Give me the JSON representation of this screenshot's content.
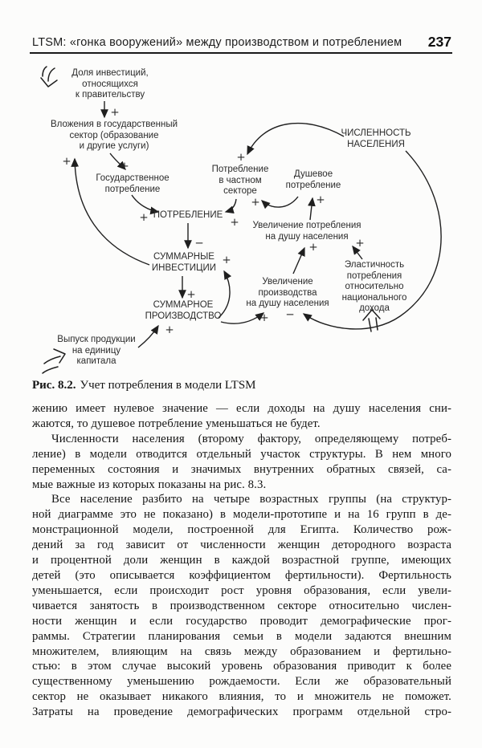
{
  "header": {
    "title": "LTSM: «гонка вооружений» между производством и потреблением",
    "page_number": "237"
  },
  "figure": {
    "caption_label": "Рис. 8.2.",
    "caption_text": "Учет потребления в модели LTSM",
    "nodes": {
      "investment_share_government": "Доля инвестиций,\nотносящихся\nк правительству",
      "government_investments": "Вложения в государственный\nсектор (образование\nи другие услуги)",
      "government_consumption": "Государственное\nпотребление",
      "population": "ЧИСЛЕННОСТЬ\nНАСЕЛЕНИЯ",
      "private_sector_consumption": "Потребление\nв частном\nсекторе",
      "per_capita_consumption": "Душевое\nпотребление",
      "consumption": "ПОТРЕБЛЕНИЕ",
      "total_investments": "СУММАРНЫЕ\nИНВЕСТИЦИИ",
      "total_production": "СУММАРНОЕ\nПРОИЗВОДСТВО",
      "output_per_unit_of_capital": "Выпуск продукции\nна единицу\nкапитала",
      "consumption_increase_per_capita": "Увеличение потребления\nна душу населения",
      "production_increase_per_capita": "Увеличение\nпроизводства\nна душу населения",
      "consumption_elasticity": "Эластичность\nпотребления\nотносительно\nнационального\nдохода"
    },
    "edges": [
      {
        "from": "investment_share_government",
        "to": "government_investments",
        "sign": "+"
      },
      {
        "from": "government_investments",
        "to": "government_consumption",
        "sign": "+"
      },
      {
        "from": "total_investments",
        "to": "government_investments",
        "sign": "+"
      },
      {
        "from": "government_consumption",
        "to": "consumption",
        "sign": "+"
      },
      {
        "from": "private_sector_consumption",
        "to": "consumption",
        "sign": "+"
      },
      {
        "from": "population",
        "to": "private_sector_consumption",
        "sign": "+"
      },
      {
        "from": "per_capita_consumption",
        "to": "private_sector_consumption",
        "sign": "+"
      },
      {
        "from": "consumption",
        "to": "total_investments",
        "sign": "−"
      },
      {
        "from": "total_investments",
        "to": "total_production",
        "sign": "+"
      },
      {
        "from": "total_production",
        "to": "total_investments",
        "sign": "+"
      },
      {
        "from": "total_production",
        "to": "production_increase_per_capita",
        "sign": "+"
      },
      {
        "from": "output_per_unit_of_capital",
        "to": "total_production",
        "sign": "+"
      },
      {
        "from": "production_increase_per_capita",
        "to": "consumption_increase_per_capita",
        "sign": "+"
      },
      {
        "from": "consumption_elasticity",
        "to": "consumption_increase_per_capita",
        "sign": "+"
      },
      {
        "from": "consumption_increase_per_capita",
        "to": "per_capita_consumption",
        "sign": "+"
      },
      {
        "from": "population",
        "to": "production_increase_per_capita",
        "sign": "−"
      }
    ]
  },
  "body": {
    "paragraphs": [
      {
        "indent": false,
        "last_line_full": false,
        "lines": [
          "жению имеет нулевое значение — если доходы на душу населения сни-",
          "жаются, то душевое потребление уменьшаться не будет."
        ]
      },
      {
        "indent": true,
        "last_line_full": false,
        "lines": [
          "Численности населения (второму фактору, определяющему потреб-",
          "ление) в модели отводится отдельный участок структуры. В нем много",
          "переменных состояния и значимых внутренних обратных связей, са-",
          "мые важные из которых показаны на рис. 8.3."
        ]
      },
      {
        "indent": true,
        "last_line_full": true,
        "lines": [
          "Все население разбито на четыре возрастных группы (на структур-",
          "ной диаграмме это не показано) в модели-прототипе и на 16 групп в де-",
          "монстрационной модели, построенной для Египта. Количество рож-",
          "дений за год зависит от численности женщин детородного возраста",
          "и процентной доли женщин в каждой возрастной группе, имеющих",
          "детей (это описывается коэффициентом фертильности). Фертильность",
          "уменьшается, если происходит рост уровня образования, если увели-",
          "чивается занятость в производственном секторе относительно числен-",
          "ности женщин и если государство проводит демографические прог-",
          "раммы. Стратегии планирования семьи в модели задаются внешним",
          "множителем, влияющим на связь между образованием и фертильно-",
          "стью: в этом случае высокий уровень образования приводит к более",
          "существенному уменьшению рождаемости. Если же образовательный",
          "сектор не оказывает никакого влияния, то и множитель не поможет.",
          "Затраты на проведение демографических программ отдельной стро-"
        ]
      }
    ]
  }
}
